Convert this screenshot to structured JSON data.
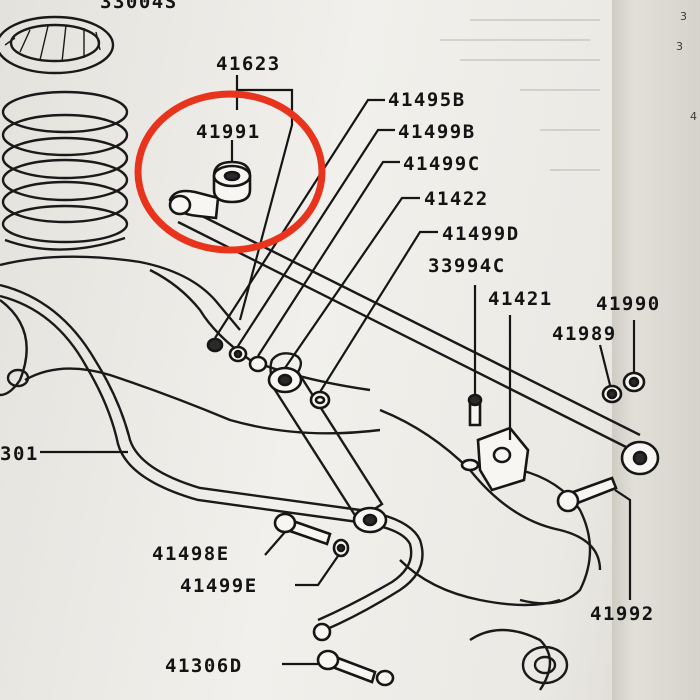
{
  "diagram": {
    "part_numbers": {
      "p41623": "41623",
      "p41991": "41991",
      "p41495b": "41495B",
      "p41499b": "41499B",
      "p41499c": "41499C",
      "p41422": "41422",
      "p41499d": "41499D",
      "p33994c": "33994C",
      "p41421": "41421",
      "p41990": "41990",
      "p41989": "41989",
      "p41498e": "41498E",
      "p41499e": "41499E",
      "p41306d": "41306D",
      "p41992": "41992",
      "p301": "301",
      "p_top": "33004S"
    },
    "highlight": {
      "color": "#e8341c",
      "target": "41991"
    }
  }
}
